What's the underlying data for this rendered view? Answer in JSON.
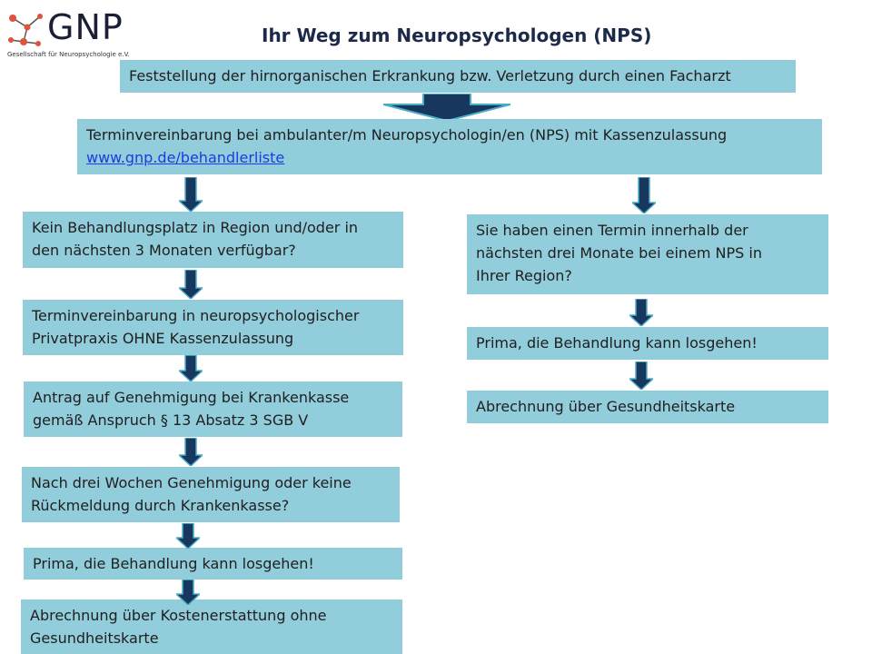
{
  "logo": {
    "text": "GNP",
    "subtitle": "Gesellschaft für Neuropsychologie e.V."
  },
  "title": "Ihr Weg zum Neuropsychologen (NPS)",
  "colors": {
    "box": "#92cddc",
    "arrow": "#17375e",
    "arrow_edge": "#4bacc6",
    "logo_red": "#e0523c"
  },
  "boxes": {
    "diagnosis": "Feststellung der hirnorganischen Erkrankung bzw. Verletzung durch einen Facharzt",
    "appointment": {
      "line1": "Terminvereinbarung  bei ambulanter/m Neuropsychologin/en (NPS) mit Kassenzulassung",
      "link": "www.gnp.de/behandlerliste"
    },
    "left": [
      {
        "line1": "Kein Behandlungsplatz  in Region und/oder  in",
        "line2": "den nächsten 3 Monaten verfügbar?"
      },
      {
        "line1": "Terminvereinbarung  in neuropsychologischer",
        "line2": "Privatpraxis OHNE Kassenzulassung"
      },
      {
        "line1": "Antrag auf Genehmigung bei Krankenkasse",
        "line2": "gemäß Anspruch § 13 Absatz 3 SGB V"
      },
      {
        "line1": "Nach drei Wochen Genehmigung oder keine",
        "line2": "Rückmeldung durch Krankenkasse?"
      },
      {
        "line1": "Prima, die Behandlung kann losgehen!"
      },
      {
        "line1": "Abrechnung über Kostenerstattung ohne",
        "line2": "Gesundheitskarte"
      }
    ],
    "right": [
      {
        "line1": "Sie haben einen Termin innerhalb der",
        "line2": "nächsten drei Monate bei einem NPS in",
        "line3": "Ihrer Region?"
      },
      {
        "line1": "Prima, die Behandlung kann losgehen!"
      },
      {
        "line1": "Abrechnung über Gesundheitskarte"
      }
    ]
  }
}
